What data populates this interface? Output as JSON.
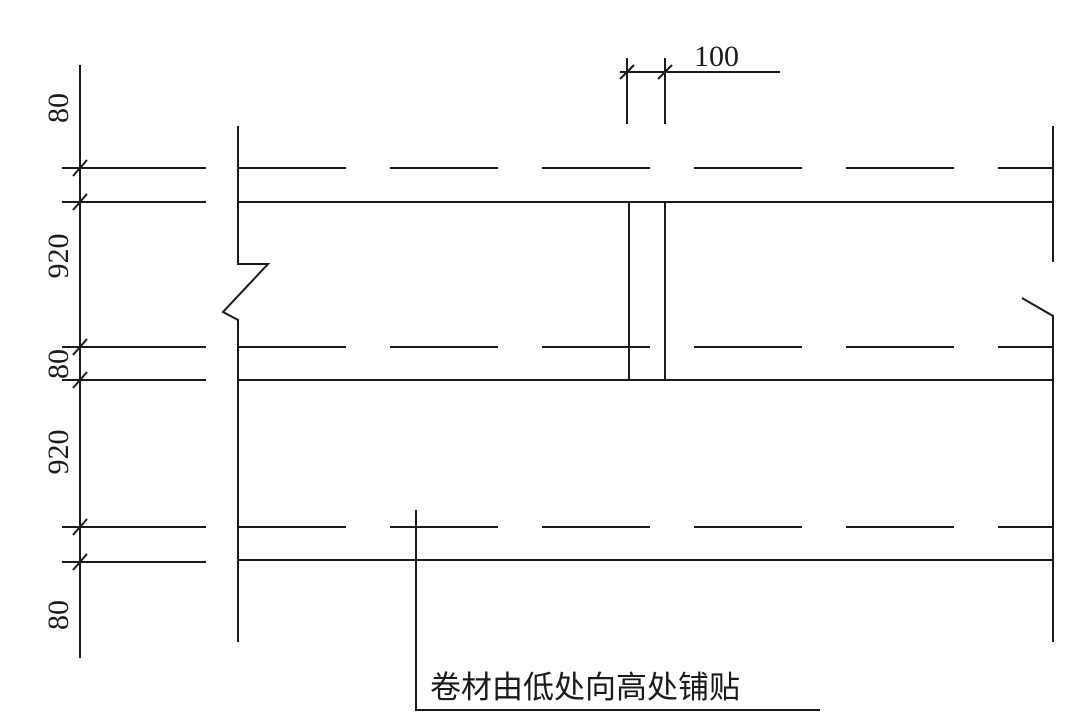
{
  "dimensions": {
    "vertical": [
      "80",
      "920",
      "80",
      "920",
      "80"
    ],
    "horizontal_overlap": "100"
  },
  "annotation": {
    "text": "卷材由低处向高处铺贴"
  }
}
